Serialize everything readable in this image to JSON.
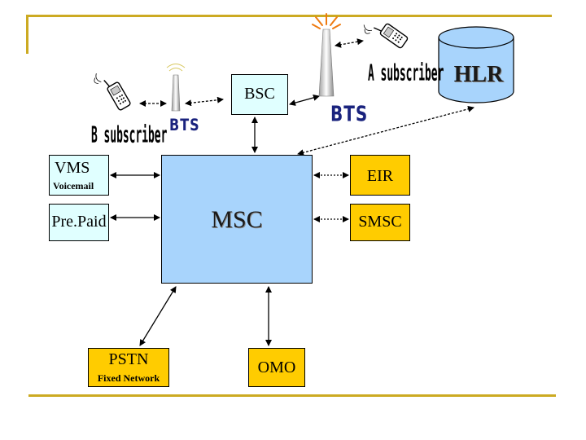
{
  "colors": {
    "box_fill": "#a8d4fc",
    "box_fill_light": "#e0ffff",
    "box_fill_yellow": "#ffcc00",
    "frame_line": "#ccaa22"
  },
  "nodes": {
    "bsc": {
      "label": "BSC"
    },
    "msc": {
      "label": "MSC"
    },
    "vms": {
      "label": "VMS",
      "sublabel": "Voicemail"
    },
    "prepaid": {
      "label": "Pre.Paid"
    },
    "eir": {
      "label": "EIR"
    },
    "smsc": {
      "label": "SMSC"
    },
    "pstn": {
      "label": "PSTN",
      "sublabel": "Fixed Network"
    },
    "omo": {
      "label": "OMO"
    },
    "hlr": {
      "label": "HLR"
    }
  },
  "labels": {
    "b_subscriber": "B subscriber",
    "a_subscriber": "A subscriber",
    "bts_left": "BTS",
    "bts_right": "BTS"
  },
  "icons": {
    "phone_left": "mobile-phone-icon",
    "phone_right": "mobile-phone-icon",
    "tower_left": "cell-tower-icon",
    "tower_right": "cell-tower-icon",
    "hlr": "database-cylinder-icon"
  }
}
